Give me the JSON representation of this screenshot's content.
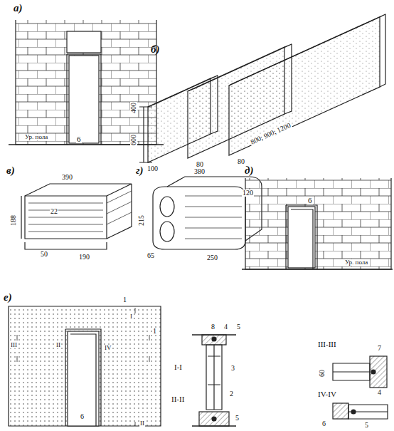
{
  "diagram": {
    "labels": [
      "а)",
      "б)",
      "в)",
      "г)",
      "д)",
      "е)",
      "6",
      "Ур. пола",
      "400",
      "600",
      "100",
      "80",
      "80",
      "800; 900; 1200",
      "390",
      "22",
      "188",
      "50",
      "190",
      "380",
      "120",
      "215",
      "65",
      "250",
      "6",
      "Ур. пола",
      "1",
      "I",
      "III",
      "II",
      "IV",
      "1",
      "II",
      "6",
      "I-I",
      "II-II",
      "III-III",
      "IV-IV",
      "8",
      "4",
      "5",
      "3",
      "2",
      "5",
      "7",
      "60",
      "4",
      "5",
      "6"
    ]
  }
}
